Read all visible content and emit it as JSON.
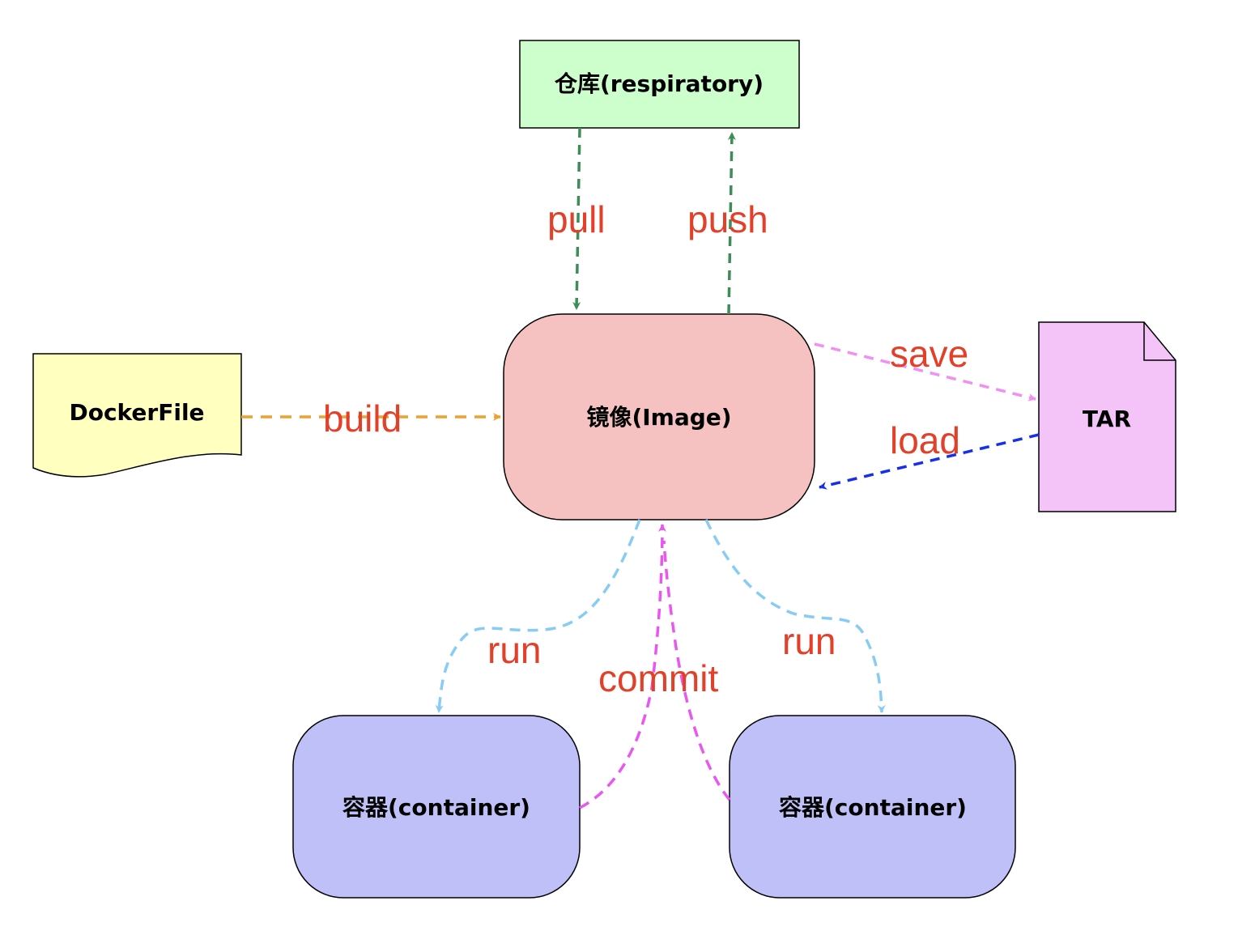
{
  "colors": {
    "repo_fill": "#ccffcc",
    "dockerfile_fill": "#ffffc0",
    "image_fill": "#f5c2c1",
    "tar_fill": "#f4c3f8",
    "container_fill": "#c0c0f8",
    "label_red": "#e3402a",
    "pull_push": "#3e8c57",
    "build": "#f0a030",
    "save": "#f090f0",
    "load": "#1530e8",
    "run": "#88ccf4",
    "commit": "#e858f0"
  },
  "nodes": {
    "repository": "仓库(respiratory)",
    "dockerfile": "DockerFile",
    "image": "镜像(Image)",
    "tar": "TAR",
    "container_left": "容器(container)",
    "container_right": "容器(container)"
  },
  "edges": {
    "pull": "pull",
    "push": "push",
    "build": "build",
    "save": "save",
    "load": "load",
    "run_left": "run",
    "run_right": "run",
    "commit": "commit"
  }
}
